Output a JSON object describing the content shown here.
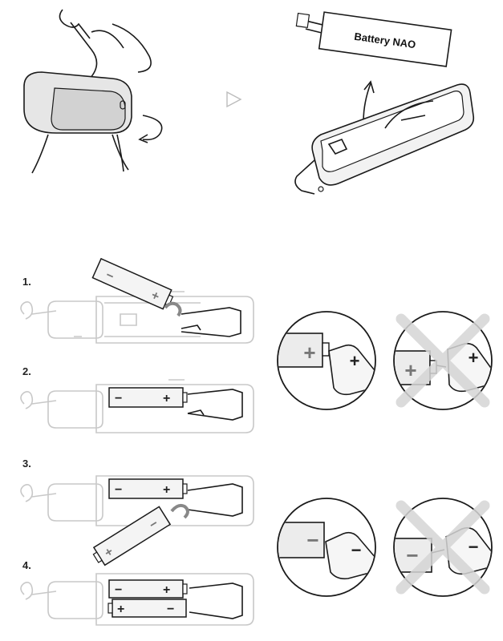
{
  "battery_label": "Battery NAO",
  "steps": [
    "1.",
    "2.",
    "3.",
    "4."
  ],
  "signs": {
    "plus": "+",
    "minus": "−"
  },
  "colors": {
    "ink": "#1a1a1a",
    "ghost": "#c8c8c8",
    "cross": "#d5d5d5",
    "battery_fill": "#f4f4f4"
  }
}
